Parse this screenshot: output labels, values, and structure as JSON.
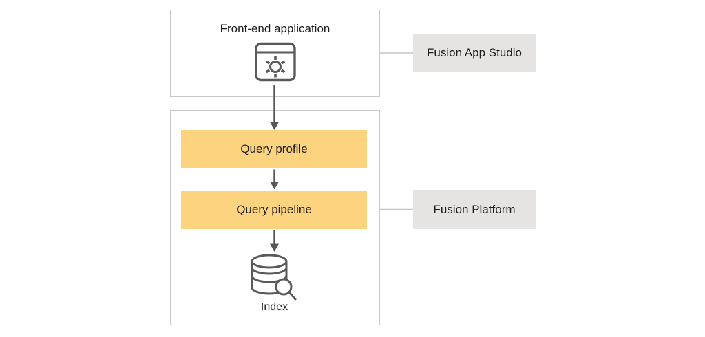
{
  "colors": {
    "highlight_bg": "#FCD37E",
    "label_bg": "#E5E4E2",
    "box_border": "#C9C9C9",
    "connector": "#C5C5C5",
    "arrow": "#565656",
    "icon_stroke": "#5A5A5A",
    "text": "#1C1C1C"
  },
  "diagram": {
    "frontend": {
      "title": "Front-end application",
      "icon": "browser-window-gear-icon"
    },
    "platform": {
      "query_profile": "Query profile",
      "query_pipeline": "Query pipeline",
      "index": {
        "label": "Index",
        "icon": "database-search-icon"
      }
    },
    "side_labels": {
      "app_studio": "Fusion App Studio",
      "platform": "Fusion Platform"
    }
  }
}
